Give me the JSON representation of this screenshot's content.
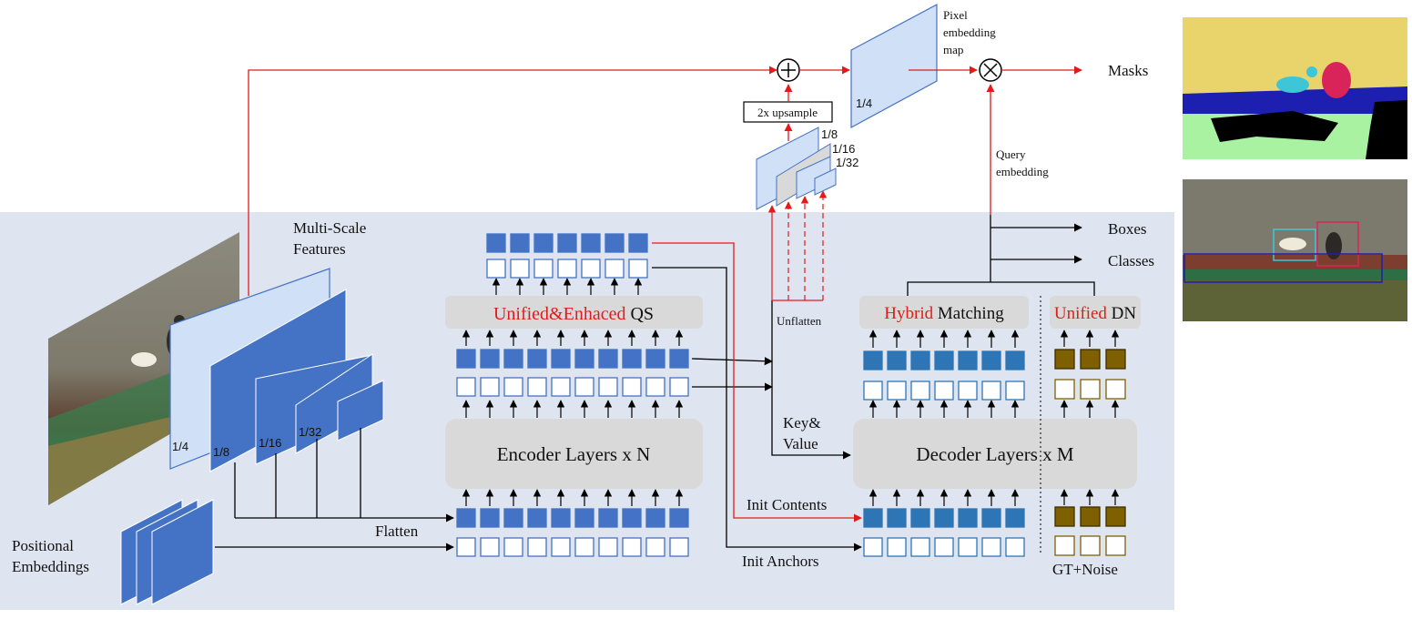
{
  "labels": {
    "multi_scale_features": [
      "Multi-Scale",
      "Features"
    ],
    "positional_embeddings": [
      "Positional",
      "Embeddings"
    ],
    "flatten": "Flatten",
    "encoder_layers": "Encoder Layers x N",
    "decoder_layers": "Decoder Layers x M",
    "qs_red": "Unified&Enhaced",
    "qs_black": " QS",
    "hybrid_red": "Hybrid",
    "hybrid_black": " Matching",
    "dn_red": "Unified",
    "dn_black": " DN",
    "unflatten": "Unflatten",
    "key_value": [
      "Key&",
      "Value"
    ],
    "init_contents": "Init Contents",
    "init_anchors": "Init Anchors",
    "gt_noise": "GT+Noise",
    "upsample": "2x upsample",
    "pixel_embedding_map": [
      "Pixel",
      "embedding",
      "map"
    ],
    "query_embedding": [
      "Query",
      "embedding"
    ],
    "masks": "Masks",
    "boxes": "Boxes",
    "classes": "Classes",
    "fractions": {
      "f4": "1/4",
      "f8": "1/8",
      "f16": "1/16",
      "f32": "1/32"
    }
  },
  "colors": {
    "panel": "#dfe5f0",
    "feature_dark": "#4472c4",
    "feature_light": "#cfe0f7",
    "token_filled": "#4472c4",
    "token_decoder": "#2e75b6",
    "token_dn": "#7f6000",
    "grey_box": "#d9d9d9",
    "red_arrow": "#e41a1a"
  }
}
